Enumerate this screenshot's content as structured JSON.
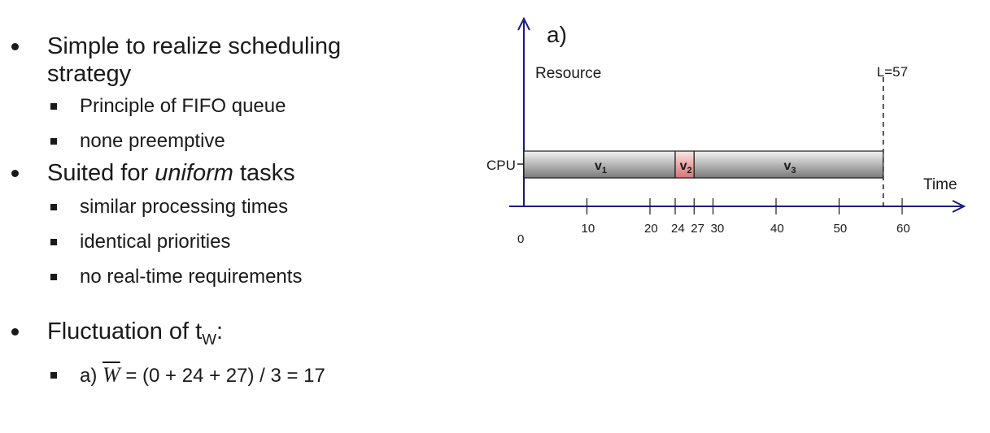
{
  "bullets": {
    "b1": "Simple to realize scheduling strategy",
    "b1_subs": [
      "Principle of FIFO queue",
      "none preemptive"
    ],
    "b2_pre": "Suited for ",
    "b2_em": "uniform",
    "b2_post": " tasks",
    "b2_subs": [
      "similar processing times",
      "identical priorities",
      "no real-time requirements"
    ],
    "b3_pre": "Fluctuation of t",
    "b3_sub": "W",
    "b3_post": ":",
    "b3_formula_pre": "a) ",
    "b3_formula_var": "W",
    "b3_formula_post": " = (0 + 24 + 27) / 3 = 17"
  },
  "diagram": {
    "label": "a)",
    "y_axis_label": "Resource",
    "x_axis_label": "Time",
    "resource": "CPU",
    "deadline_label": "L=57",
    "deadline": 57,
    "x_range": [
      0,
      70
    ],
    "ticks": [
      0,
      10,
      20,
      24,
      27,
      30,
      40,
      50,
      60
    ],
    "tasks": [
      {
        "name": "v",
        "index": "1",
        "start": 0,
        "end": 24,
        "color": "#9a9a9a"
      },
      {
        "name": "v",
        "index": "2",
        "start": 24,
        "end": 27,
        "color": "#e8a2a2"
      },
      {
        "name": "v",
        "index": "3",
        "start": 27,
        "end": 57,
        "color": "#9a9a9a"
      }
    ],
    "axis_color": "#1a1a80"
  }
}
